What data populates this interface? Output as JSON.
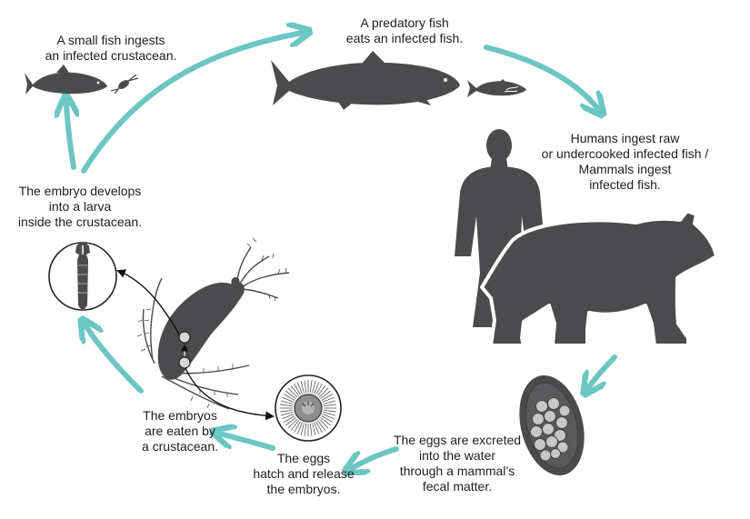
{
  "colors": {
    "arrow_teal": "#6cc6c2",
    "silhouette": "#4b4b4d",
    "black_arrow": "#111111"
  },
  "stages": {
    "small_fish": {
      "lines": [
        "A small fish ingests",
        "an infected crustacean."
      ]
    },
    "predatory_fish": {
      "lines": [
        "A predatory fish",
        "eats an infected fish."
      ]
    },
    "humans": {
      "lines": [
        "Humans ingest raw",
        "or undercooked infected fish /",
        "Mammals ingest",
        "infected fish."
      ]
    },
    "eggs_excreted": {
      "lines": [
        "The eggs are excreted",
        "into the water",
        "through a mammal’s",
        "fecal matter."
      ]
    },
    "eggs_hatch": {
      "lines": [
        "The eggs",
        "hatch and release",
        "the embryos."
      ]
    },
    "embryos_eaten": {
      "lines": [
        "The embryos",
        "are eaten by",
        "a crustacean."
      ]
    },
    "embryo_develops": {
      "lines": [
        "The embryo develops",
        "into a larva",
        "inside the crustacean."
      ]
    }
  },
  "icons": [
    "small-fish-icon",
    "copepod-icon",
    "predatory-fish-icon",
    "infected-fish-icon",
    "human-silhouette-icon",
    "bear-silhouette-icon",
    "egg-icon",
    "hatching-egg-icon",
    "larva-icon",
    "crustacean-icon"
  ]
}
